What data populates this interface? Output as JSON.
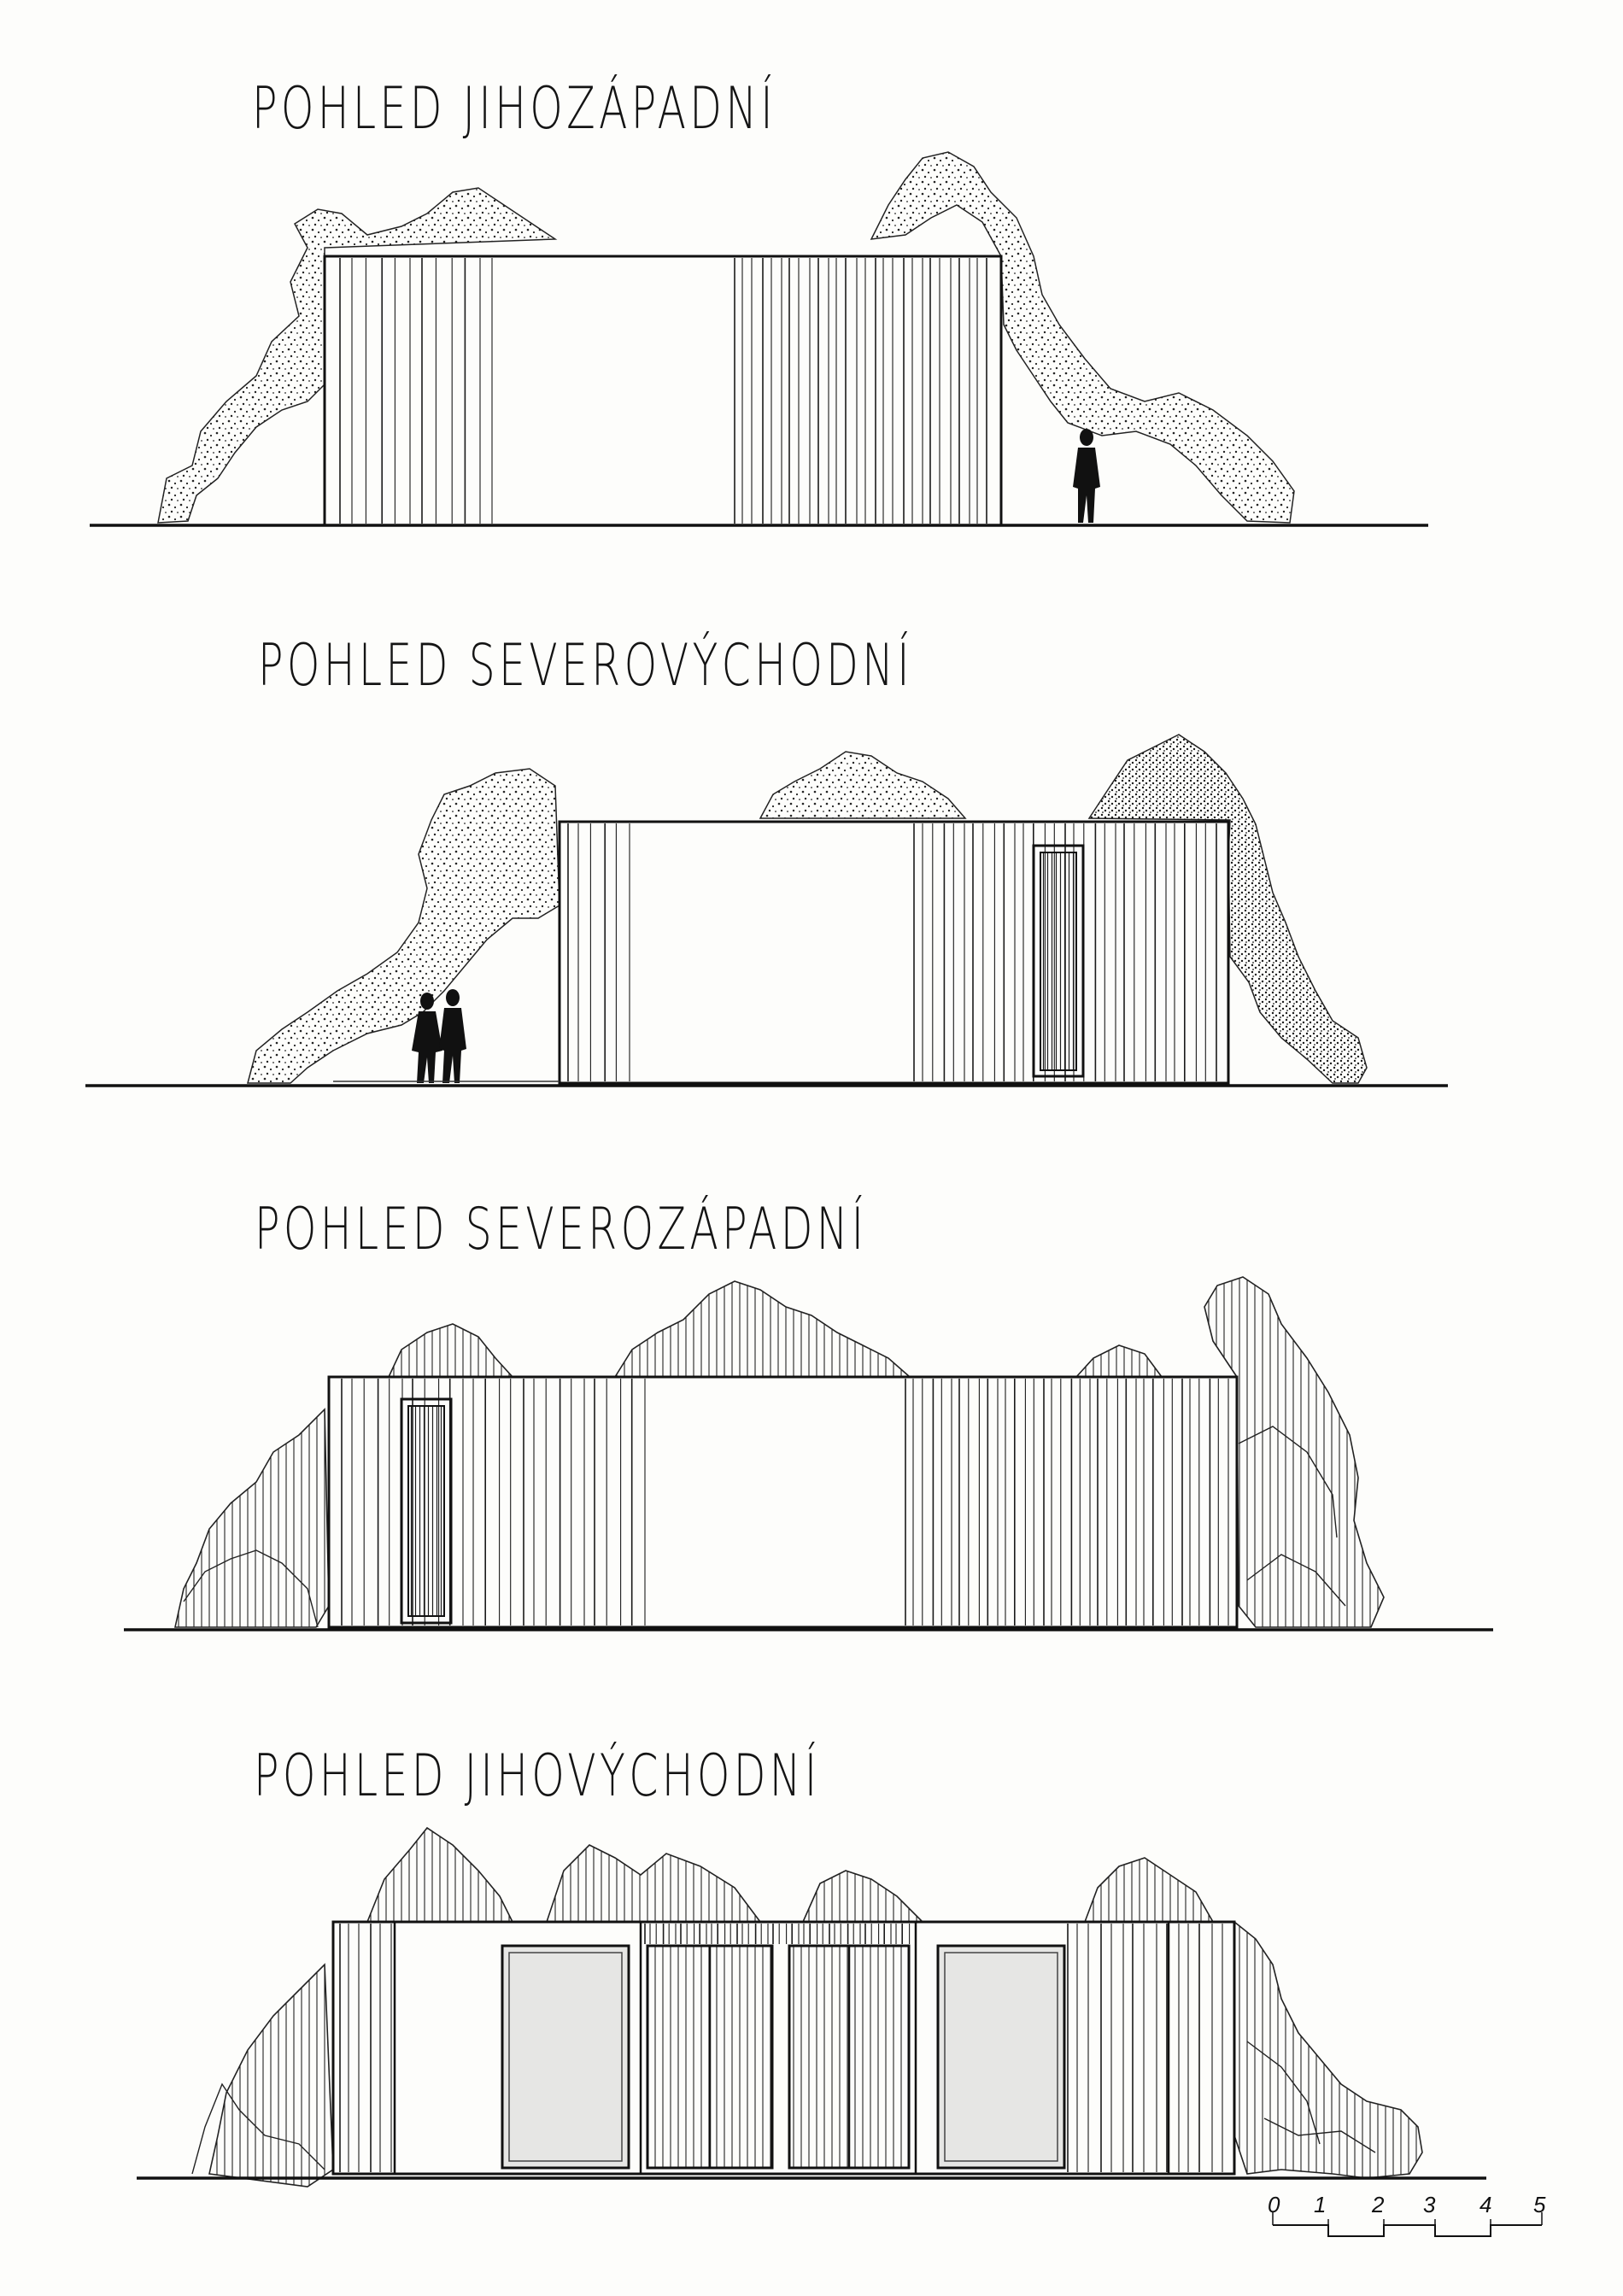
{
  "drawing": {
    "elevations": [
      {
        "id": "southwest",
        "title": "POHLED JIHOZÁPADNÍ"
      },
      {
        "id": "northeast",
        "title": "POHLED SEVEROVÝCHODNÍ"
      },
      {
        "id": "northwest",
        "title": "POHLED SEVEROZÁPADNÍ"
      },
      {
        "id": "southeast",
        "title": "POHLED JIHOVÝCHODNÍ"
      }
    ],
    "scale_bar": {
      "ticks": [
        "0",
        "1",
        "2",
        "3",
        "4",
        "5"
      ]
    },
    "colors": {
      "ink": "#141414",
      "paper": "#fdfdfb",
      "glass_tint": "#e6e6e4"
    }
  }
}
